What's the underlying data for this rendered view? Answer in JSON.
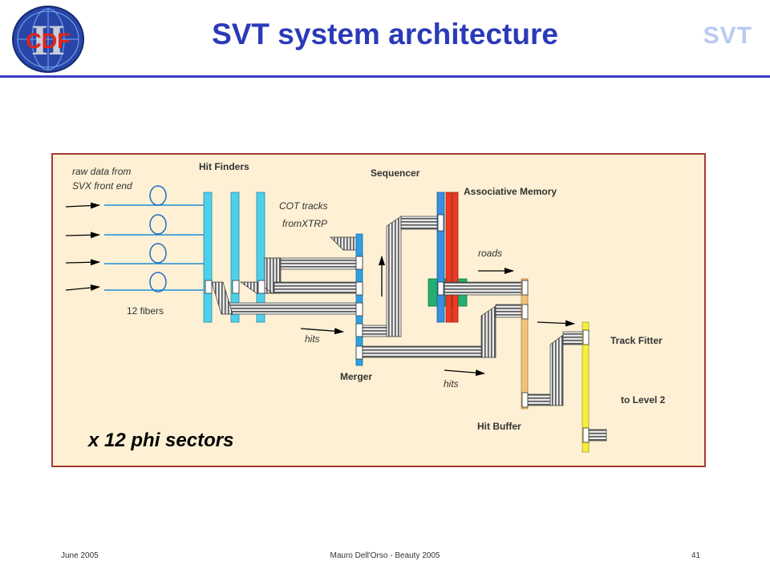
{
  "slide": {
    "title": "SVT system architecture",
    "corner_mark": "SVT",
    "logo_text": "CDF",
    "logo_numeral": "II"
  },
  "diagram": {
    "labels": {
      "raw_data_line1": "raw data from",
      "raw_data_line2": "SVX front end",
      "fibers": "12 fibers",
      "hit_finders": "Hit Finders",
      "cot_tracks_line1": "COT tracks",
      "cot_tracks_line2": "fromXTRP",
      "sequencer": "Sequencer",
      "associative_memory": "Associative Memory",
      "roads": "roads",
      "hits_left": "hits",
      "merger": "Merger",
      "hits_right": "hits",
      "hit_buffer": "Hit Buffer",
      "track_fitter": "Track Fitter",
      "to_level2": "to Level 2",
      "sectors": "x 12 phi sectors"
    },
    "colors": {
      "panel_bg": "#fdf0d4",
      "panel_border": "#a43a32",
      "hit_finder": "#4fd0ea",
      "merger": "#2f9fe0",
      "sequencer": "#3a8fdc",
      "am_red": "#ec3a22",
      "am_green": "#21b070",
      "hit_buffer": "#f2c27a",
      "track_fitter": "#f6ef3c"
    }
  },
  "footer": {
    "date": "June 2005",
    "author": "Mauro Dell'Orso - Beauty 2005",
    "page": "41"
  }
}
